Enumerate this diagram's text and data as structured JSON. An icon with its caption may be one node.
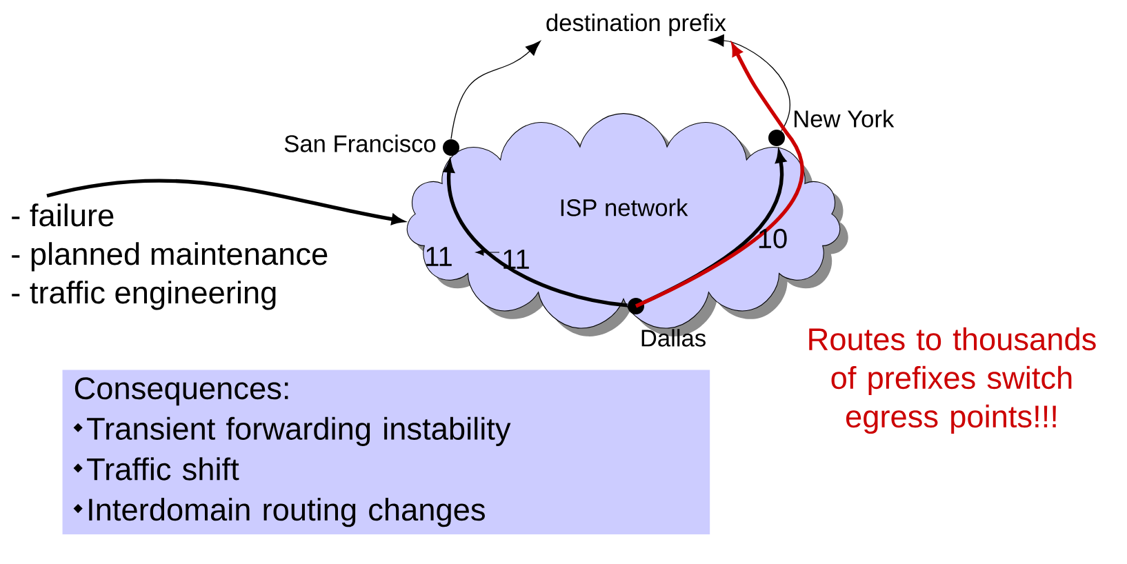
{
  "diagram": {
    "nodes": [
      {
        "text": [
          "ISP network"
        ]
      },
      {
        "text": [],
        "shape": "circle",
        "beside": [
          "San Francisco"
        ],
        "in": 0
      },
      {
        "text": [],
        "shape": "circle",
        "beside": [
          "New York"
        ],
        "in": 0
      },
      {
        "text": [],
        "shape": "circle",
        "beside": [
          "Dallas"
        ],
        "in": 0
      },
      {
        "text": [
          "destination prefix"
        ]
      },
      {
        "text": [
          "- failure",
          "- planned maintenance",
          "- traffic engineering"
        ]
      },
      {
        "text": [
          "Consequences:",
          "Transient forwarding instability",
          "Traffic shift",
          "Interdomain routing changes"
        ]
      }
    ],
    "edges": [
      {
        "from": 3,
        "to": 1,
        "arrow": "to"
      },
      {
        "from": 3,
        "to": 2,
        "arrow": "to"
      },
      {
        "from": 1,
        "to": 4,
        "arrow": "to"
      },
      {
        "from": 2,
        "to": 4,
        "arrow": "to"
      },
      {
        "from": 3,
        "to": 4,
        "arrow": "to",
        "color": "#cc0000"
      },
      {
        "from": 5,
        "to": 0,
        "arrow": "to"
      }
    ],
    "labels": [
      "11",
      "11",
      "10",
      "Routes to thousands of prefixes switch egress points!!!"
    ]
  }
}
